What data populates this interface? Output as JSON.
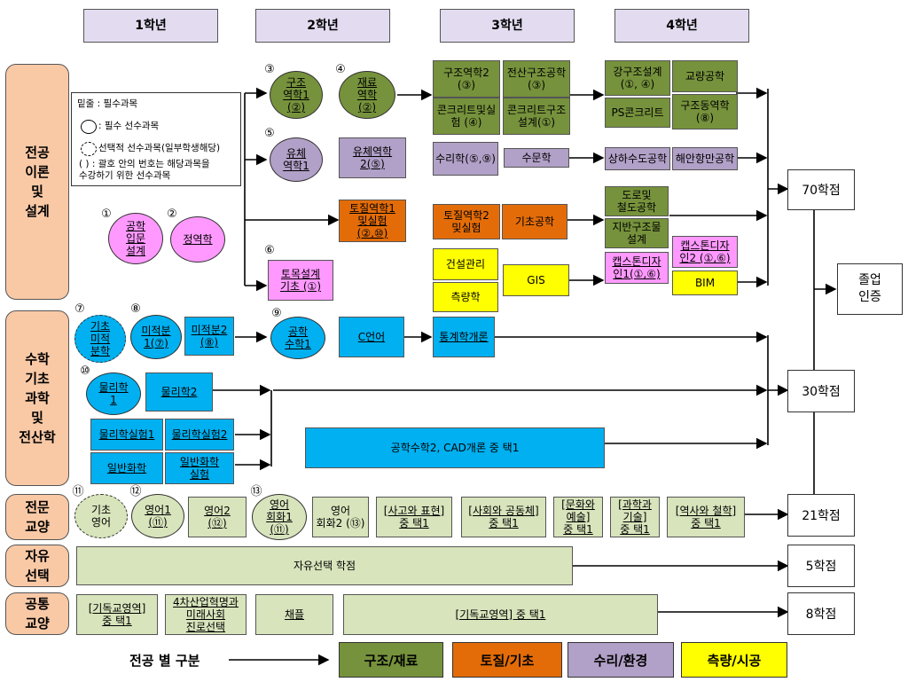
{
  "years": [
    "1학년",
    "2학년",
    "3학년",
    "4학년"
  ],
  "categories": {
    "major": "전공\n이론\n및\n설계",
    "math": "수학\n기초\n과학\n및\n전산학",
    "liberal": "전문\n교양",
    "free": "자유\n선택",
    "common": "공통\n교양"
  },
  "legend_note": {
    "title": "밑줄 : 필수과목",
    "solid": ": 필수 선수과목",
    "dashed": "선택적 선수과목(일부학생해당)",
    "paren": "(  ) : 괄호 안의 번호는 해당과목을\n     수강하기 위한 선수과목"
  },
  "markers": [
    "①",
    "②",
    "③",
    "④",
    "⑤",
    "⑥",
    "⑦",
    "⑧",
    "⑨",
    "⑩",
    "⑪",
    "⑫",
    "⑬"
  ],
  "courses": {
    "intro_eng": "공학\n입문\n설계",
    "statics": "정역학",
    "struct1": "구조\n역학1\n(②)",
    "material": "재료\n역학\n(②)",
    "fluid1": "유체\n역학1",
    "fluid2": "유체역학\n2(⑤)",
    "soil1": "토질역학1\n및실험\n(②,⑩)",
    "civil_design": "토목설계\n기초 (①)",
    "struct2": "구조역학2\n(③)",
    "comp_struct": "전산구조공학\n(③)",
    "concrete_lab": "콘크리트및실\n험 (④)",
    "concrete_design": "콘크리트구조\n설계(①)",
    "hydraulics": "수리학(⑤,⑨)",
    "hydrology": "수문학",
    "soil2": "토질역학2\n및실험",
    "foundation": "기초공학",
    "construction": "건설관리",
    "surveying": "측량학",
    "gis": "GIS",
    "steel": "강구조설계\n(①, ④)",
    "bridge": "교량공학",
    "psc": "PS콘크리트",
    "struct_dyn": "구조동역학\n(⑧)",
    "water_supply": "상하수도공학",
    "coastal": "해안항만공학",
    "road": "도로및\n철도공학",
    "geo_design": "지반구조물\n설계",
    "capstone1": "캡스톤디자\n인1(①,⑥)",
    "capstone2": "캡스톤디자\n인2 (①,⑥)",
    "bim": "BIM",
    "basic_calc": "기초\n미적\n분학",
    "calc1": "미적분\n1(⑦)",
    "calc2": "미적분2\n(⑧)",
    "eng_math1": "공학\n수학1",
    "c_lang": "C언어",
    "statistics": "통계학개론",
    "physics1": "물리학\n1",
    "physics2": "물리학2",
    "phys_lab1": "물리학실험1",
    "phys_lab2": "물리학실험2",
    "chem": "일반화학",
    "chem_lab": "일반화학\n실험",
    "eng_math2_cad": "공학수학2, CAD개론 중 택1",
    "basic_english": "기초\n영어",
    "english1": "영어1\n(⑪)",
    "english2": "영어2\n(⑫)",
    "eng_conv1": "영어\n회화1\n(⑪)",
    "eng_conv2": "영어\n회화2 (⑬)",
    "thinking": "[사고와 표현]\n중 택1",
    "society": "[사회와 공동체]\n중 택1",
    "culture": "[문화와\n예술]\n중 택1",
    "science_tech": "[과학과\n기술]\n중 택1",
    "history": "[역사와 철학]\n중 택1",
    "free_elective": "자유선택 학점",
    "christian1": "[기독교영역]\n중 택1",
    "future": "4차산업혁명과\n미래사회\n진로선택",
    "chapel": "채플",
    "christian2": "[기독교영역] 중 택1"
  },
  "credits": {
    "c70": "70학점",
    "c30": "30학점",
    "c21": "21학점",
    "c5": "5학점",
    "c8": "8학점",
    "graduation": "졸업\n인증"
  },
  "legend": {
    "label": "전공 별 구분",
    "structure": "구조/재료",
    "soil": "토질/기초",
    "hydro": "수리/환경",
    "survey": "측량/시공"
  },
  "colors": {
    "structure": "#76923c",
    "soil": "#e36c09",
    "hydro": "#b1a0c7",
    "survey": "#ffff00",
    "math": "#00b0f0",
    "liberal": "#d8e4bc",
    "category": "#f9c9a6",
    "graduation": "#f5a800"
  }
}
